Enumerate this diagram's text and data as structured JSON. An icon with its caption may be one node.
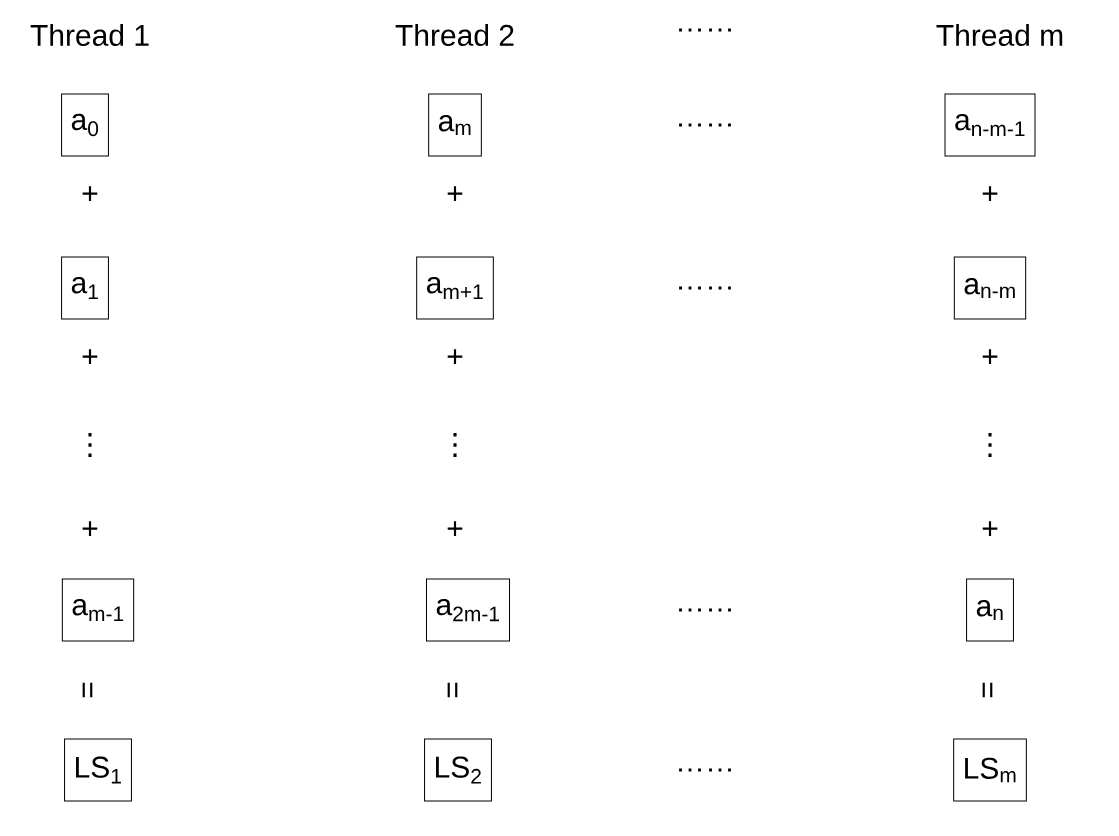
{
  "diagram": {
    "nodes": [
      {
        "text": [
          "a$_{0}$"
        ]
      },
      {
        "text": [
          "a$_{m}$"
        ]
      },
      {
        "text": [
          "a$_{n-m-1}$"
        ]
      },
      {
        "text": [
          "a$_{1}$"
        ]
      },
      {
        "text": [
          "a$_{m+1}$"
        ]
      },
      {
        "text": [
          "a$_{n-m}$"
        ]
      },
      {
        "text": [
          "a$_{m-1}$"
        ]
      },
      {
        "text": [
          "a$_{2m-1}$"
        ]
      },
      {
        "text": [
          "a$_{n}$"
        ]
      },
      {
        "text": [
          "LS$_{1}$"
        ]
      },
      {
        "text": [
          "LS$_{2}$"
        ]
      },
      {
        "text": [
          "LS$_{m}$"
        ]
      }
    ],
    "labels": [
      "Thread 1",
      "Thread 2",
      "……",
      "Thread m",
      "……",
      "+",
      "+",
      "+",
      "……",
      "+",
      "+",
      "+",
      "⋮",
      "⋮",
      "⋮",
      "+",
      "+",
      "+",
      "……",
      "=",
      "=",
      "=",
      "……"
    ]
  }
}
